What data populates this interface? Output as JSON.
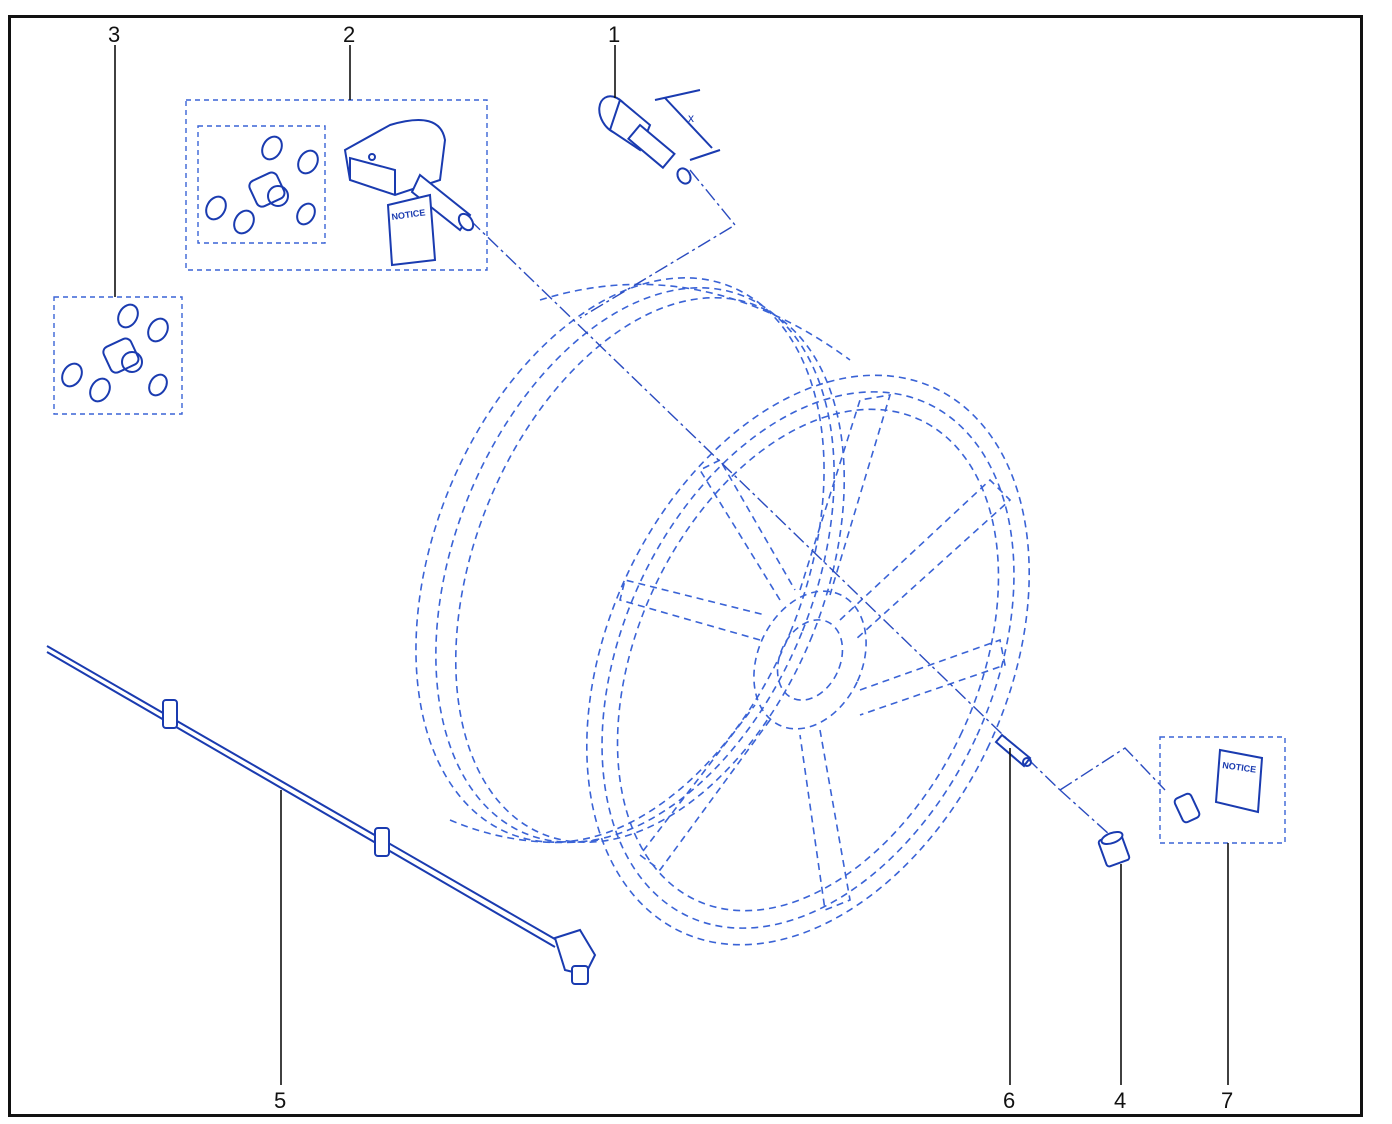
{
  "callouts": [
    {
      "id": "1",
      "label": "1"
    },
    {
      "id": "2",
      "label": "2"
    },
    {
      "id": "3",
      "label": "3"
    },
    {
      "id": "4",
      "label": "4"
    },
    {
      "id": "5",
      "label": "5"
    },
    {
      "id": "6",
      "label": "6"
    },
    {
      "id": "7",
      "label": "7"
    }
  ],
  "booklet_text": "NOTICE",
  "dimension_label": "x",
  "colors": {
    "line": "#1a3bb0",
    "dashed": "#3a63d6",
    "frame": "#111111"
  }
}
